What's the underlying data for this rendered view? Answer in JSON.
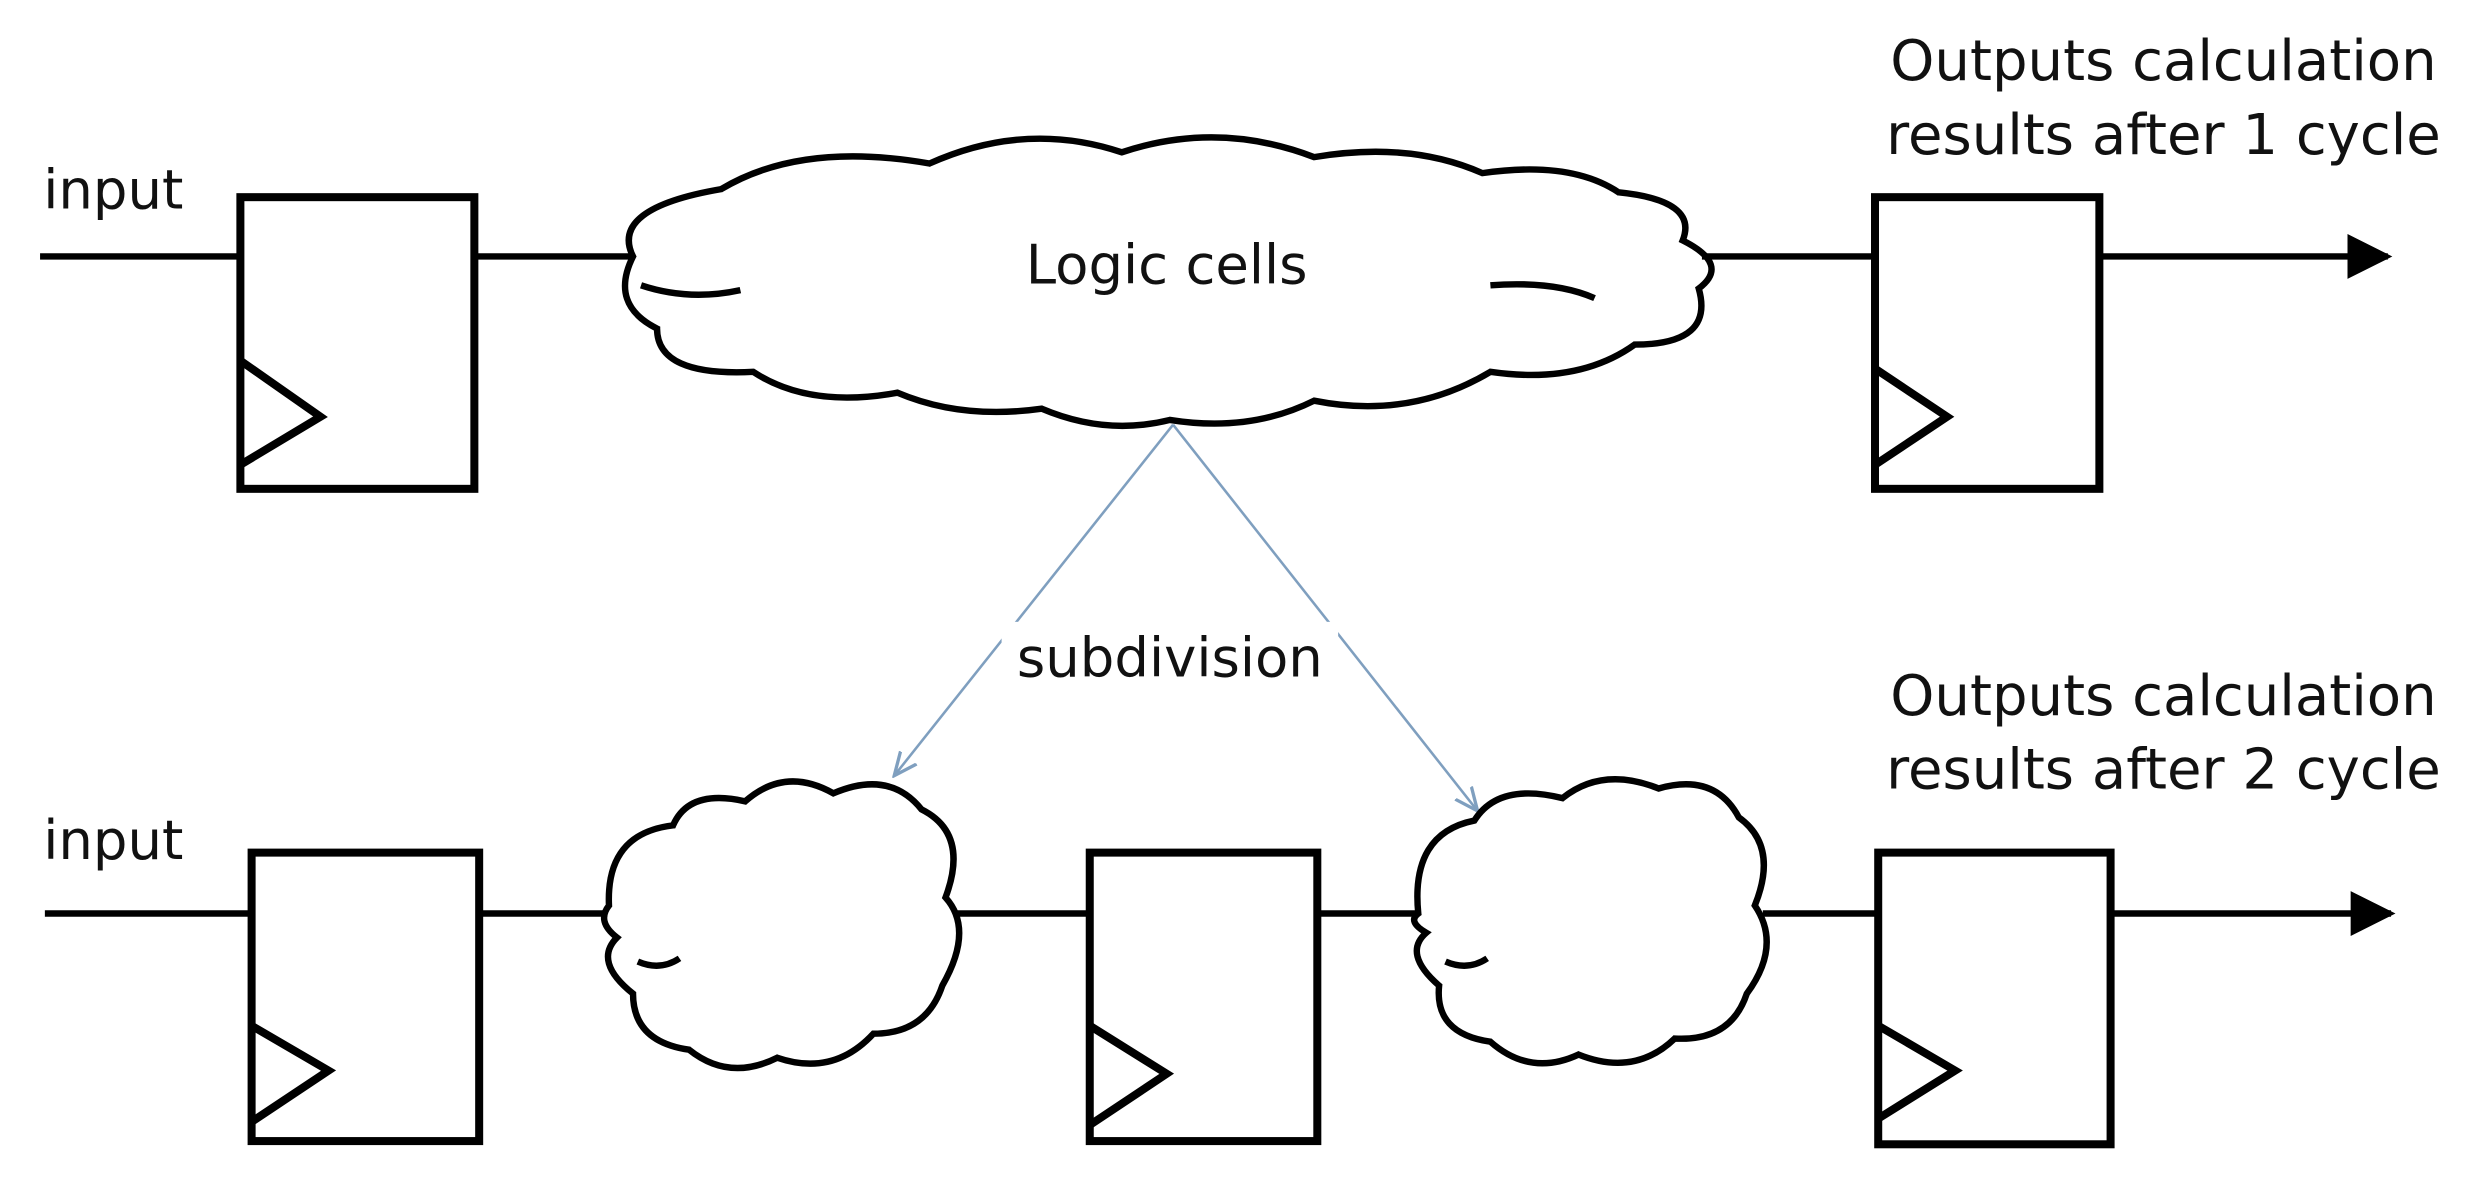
{
  "colors": {
    "stroke": "#000000",
    "subdivision_arrow": "#7f9fbf",
    "top_note": "#111111",
    "bottom_note": "#ff0000"
  },
  "top_row": {
    "input_label": "input",
    "cloud_label": "Logic cells",
    "note_line1": "Outputs calculation",
    "note_line2": "results after 1 cycle"
  },
  "middle": {
    "arrow_label": "subdivision"
  },
  "bottom_row": {
    "input_label": "input",
    "note_line1": "Outputs calculation",
    "note_line2": "results after 2 cycle"
  }
}
